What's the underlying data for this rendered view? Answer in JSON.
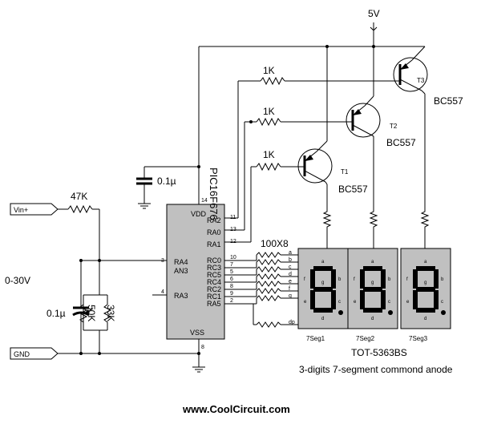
{
  "supply": {
    "label": "5V"
  },
  "resistors": {
    "r_base1": "1K",
    "r_base2": "1K",
    "r_base3": "1K",
    "r_input": "47K",
    "r_array": "100X8",
    "pot": "50K",
    "r_divider": "33K"
  },
  "capacitors": {
    "c_supply": "0.1µ",
    "c_input": "0.1µ"
  },
  "transistors": [
    {
      "ref": "T1",
      "part": "BC557"
    },
    {
      "ref": "T2",
      "part": "BC557"
    },
    {
      "ref": "T3",
      "part": "BC557"
    }
  ],
  "ports": {
    "vin": "Vin+",
    "gnd": "GND"
  },
  "input_range": "0-30V",
  "mcu": {
    "part": "PIC16F676",
    "pins_left": {
      "vdd": "VDD",
      "ra4": "RA4",
      "an3": "AN3",
      "ra3": "RA3",
      "vss": "VSS"
    },
    "pins_right": [
      "RA2",
      "RA0",
      "RA1",
      "RC0",
      "RC3",
      "RC5",
      "RC4",
      "RC2",
      "RC1",
      "RA5"
    ],
    "pin_numbers_left": {
      "vdd": "14",
      "ra4": "3",
      "ra3": "4",
      "vss": "8"
    },
    "pin_numbers_right": [
      "11",
      "13",
      "12",
      "10",
      "7",
      "5",
      "6",
      "8",
      "9",
      "2"
    ]
  },
  "segment_labels": [
    "a",
    "b",
    "c",
    "d",
    "e",
    "f",
    "g",
    "dp"
  ],
  "digit_segment_letters": {
    "a": "a",
    "b": "b",
    "c": "c",
    "d": "d",
    "e": "e",
    "f": "f",
    "g": "g"
  },
  "displays": [
    "7Seg1",
    "7Seg2",
    "7Seg3"
  ],
  "display_part": "TOT-5363BS",
  "display_desc": "3-digits 7-segment commond anode",
  "website": "www.CoolCircuit.com"
}
